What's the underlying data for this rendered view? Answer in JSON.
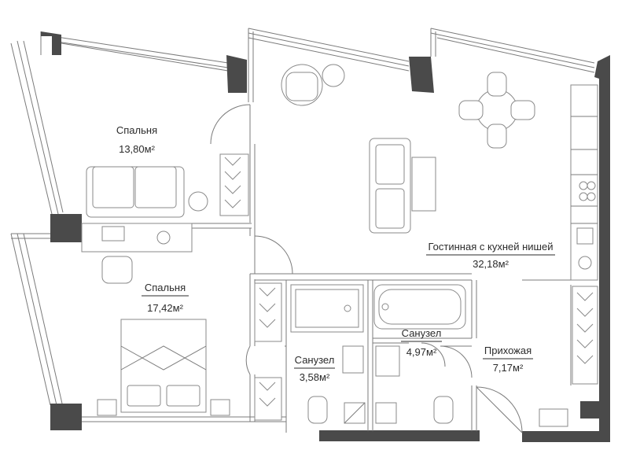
{
  "rooms": [
    {
      "name": "Спальня",
      "area": "13,80м²"
    },
    {
      "name": "Спальня",
      "area": "17,42м²"
    },
    {
      "name": "Гостинная с кухней нишей",
      "area": "32,18м²"
    },
    {
      "name": "Санузел",
      "area": "3,58м²"
    },
    {
      "name": "Санузел",
      "area": "4,97м²"
    },
    {
      "name": "Прихожая",
      "area": "7,17м²"
    }
  ],
  "colors": {
    "wall": "#4a4a4a",
    "lines": "#7b7b7b",
    "text": "#2b2b2b"
  }
}
